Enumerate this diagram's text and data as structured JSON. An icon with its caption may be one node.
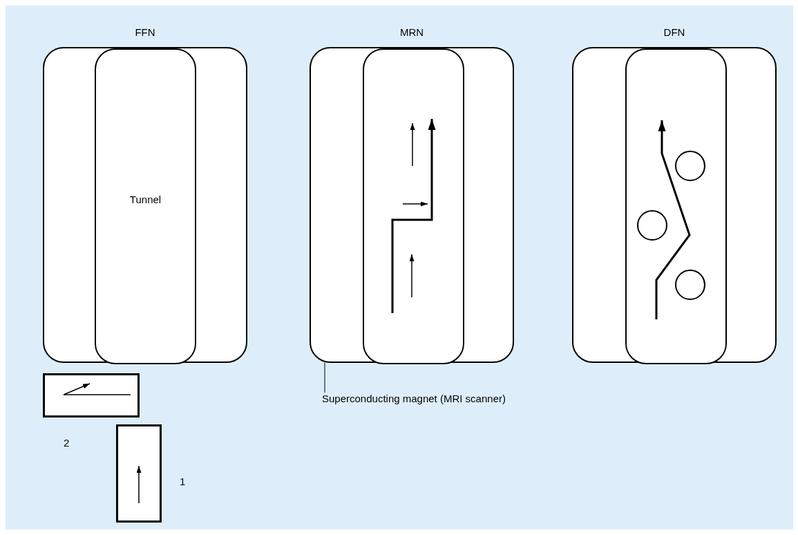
{
  "diagram": {
    "nodes": [
      {
        "text": [
          "FFN"
        ]
      },
      {
        "text": [
          "Tunnel"
        ],
        "in": 0
      },
      {
        "text": [
          "MRN"
        ]
      },
      {
        "text": [],
        "shape": "box",
        "in": 2
      },
      {
        "text": [
          "DFN"
        ]
      },
      {
        "text": [],
        "shape": "box",
        "in": 4
      },
      {
        "text": [],
        "shape": "circle",
        "in": 5
      },
      {
        "text": [],
        "shape": "circle",
        "in": 5
      },
      {
        "text": [],
        "shape": "circle",
        "in": 5
      },
      {
        "text": [],
        "shape": "box",
        "beside": [
          "2"
        ]
      },
      {
        "text": [],
        "shape": "box",
        "beside": [
          "1"
        ]
      },
      {
        "text": [
          "Superconducting magnet (MRI scanner)"
        ]
      }
    ],
    "edges": [
      {
        "from": 11,
        "to": 2,
        "arrow": "none"
      }
    ]
  }
}
